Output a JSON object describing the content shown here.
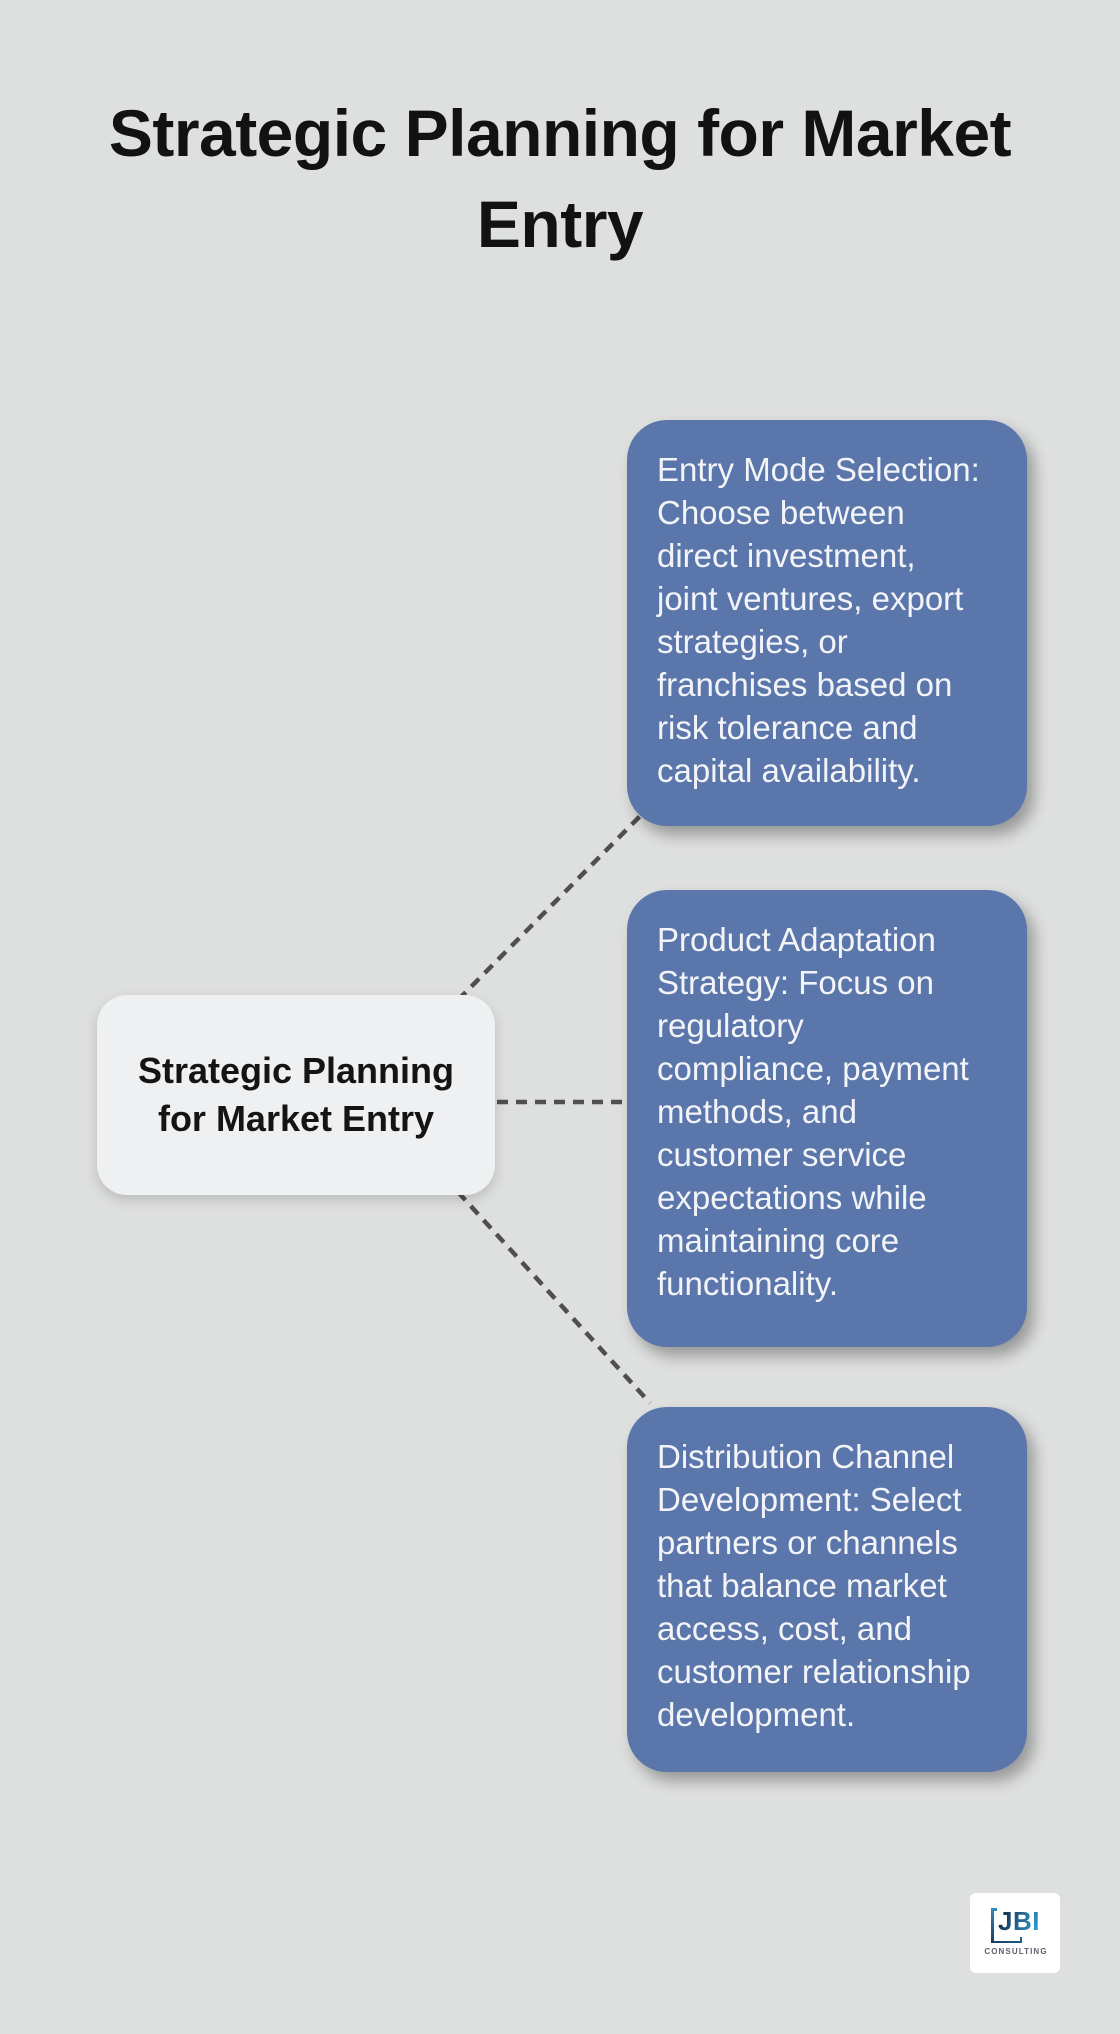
{
  "page": {
    "title": "Strategic Planning for Market Entry"
  },
  "diagram": {
    "center_node": {
      "label": "Strategic Planning for Market Entry"
    },
    "branches": [
      {
        "text": "Entry Mode Selection:\nChoose between\ndirect investment,\njoint ventures, export\nstrategies, or\nfranchises based on\nrisk tolerance and\ncapital availability."
      },
      {
        "text": "Product Adaptation\nStrategy: Focus on\nregulatory\ncompliance, payment\nmethods, and\ncustomer service\nexpectations while\nmaintaining core\nfunctionality."
      },
      {
        "text": "Distribution Channel\nDevelopment: Select\npartners or channels\nthat balance market\naccess, cost, and\ncustomer relationship\ndevelopment."
      }
    ],
    "colors": {
      "background": "#dedfdf",
      "branch_bg": "#5b76ab",
      "branch_text": "#f2f4f8",
      "center_bg": "#eff0f2",
      "center_text": "#141414",
      "connector": "#4f4f4f"
    }
  },
  "logo": {
    "wordmark": "JBI",
    "subtitle": "CONSULTING"
  }
}
